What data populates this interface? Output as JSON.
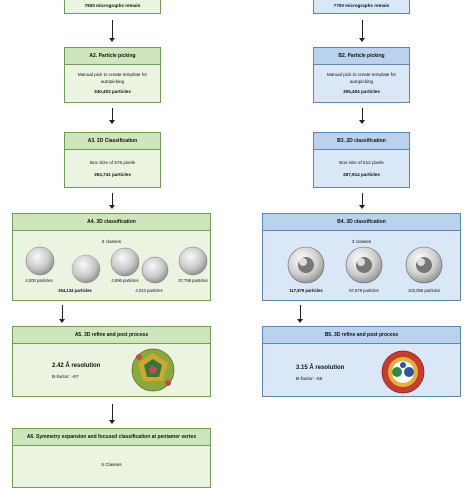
{
  "left": {
    "top_text": "7830 micrographs remain",
    "a2": {
      "title": "A2. Particle picking",
      "line1": "Manual pick to create template for",
      "line2": "autopicking",
      "count": "340,403 particles"
    },
    "a3": {
      "title": "A3. 2D Classification",
      "line1": "Box Size of 576 pixels",
      "count": "394,741 particles"
    },
    "a4": {
      "title": "A4. 3D classification",
      "sub": "5 classes",
      "caps": [
        "4,000 particles",
        "254,134 particles",
        "4,596 particles",
        "4,043 particles",
        "37,799 particles"
      ]
    },
    "a5": {
      "title": "A5. 3D refine and post process",
      "resolution": "2.42 Å resolution",
      "bfactor": "B-factor: -97"
    },
    "a6": {
      "title": "A6. Symmetry expansion and focused classification at pentamer vertex",
      "sub": "5 Classes"
    }
  },
  "right": {
    "top_text": "7700 micrographs remain",
    "b2": {
      "title": "B2. Particle picking",
      "line1": "Manual pick to create template for",
      "line2": "autopicking",
      "count": "306,404 particles"
    },
    "b3": {
      "title": "B3. 2D classification",
      "line1": "Box size of 512 pixels",
      "count": "287,914 particles"
    },
    "b4": {
      "title": "B4. 3D classification",
      "sub": "3 classes",
      "caps": [
        "117,879 particles",
        "67,979 particles",
        "102,056 particles"
      ]
    },
    "b5": {
      "title": "B5. 3D refine and post process",
      "resolution": "3.15 Å resolution",
      "bfactor": "B-factor: -66"
    }
  }
}
